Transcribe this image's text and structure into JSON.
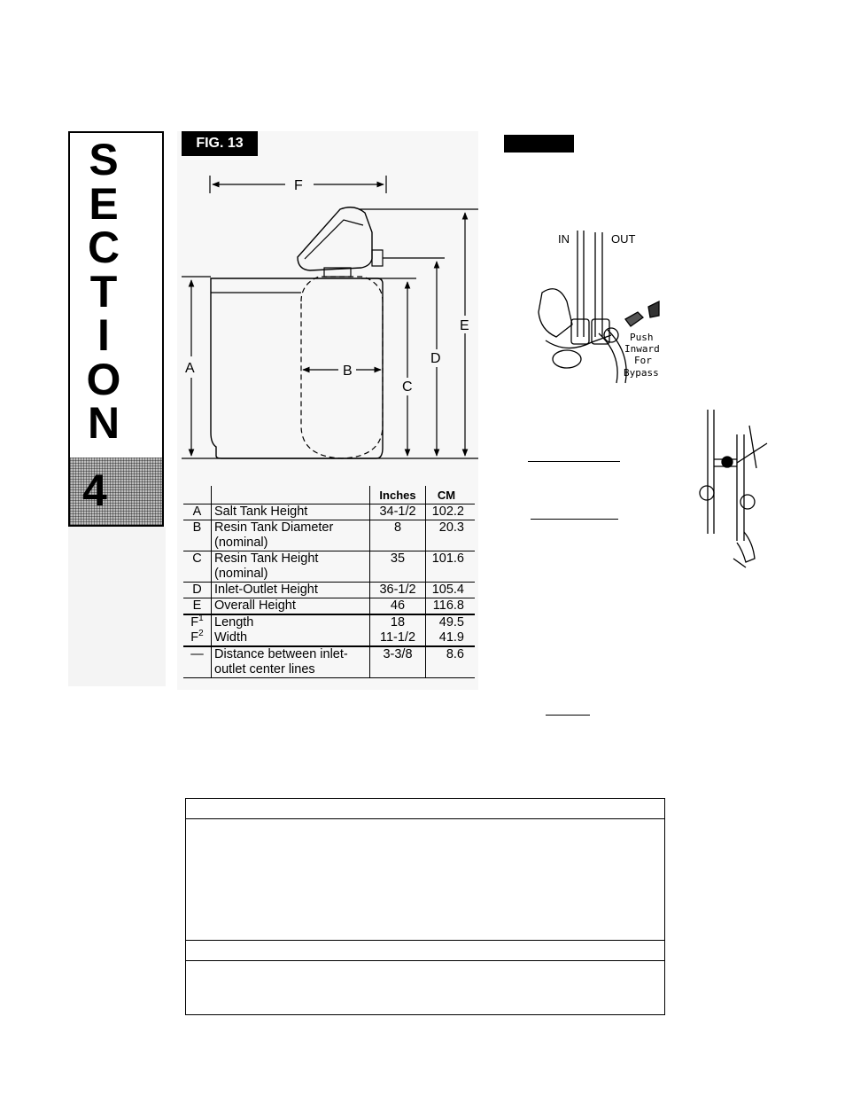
{
  "section": {
    "letters": [
      "S",
      "E",
      "C",
      "T",
      "I",
      "O",
      "N"
    ],
    "number": "4"
  },
  "figure": {
    "label": "FIG. 13",
    "dims": {
      "f": "F",
      "e": "E",
      "d": "D",
      "c": "C",
      "a": "A",
      "b": "B"
    }
  },
  "bypass_figure": {
    "in_label": "IN",
    "out_label": "OUT",
    "push_line1": "Push",
    "push_line2": "Inward",
    "push_line3": "For",
    "push_line4": "Bypass"
  },
  "spec_table": {
    "headers": {
      "inches": "Inches",
      "cm": "CM"
    },
    "rows": [
      {
        "key": "A",
        "sup": "",
        "desc": "Salt Tank Height",
        "inches": "34-1/2",
        "cm": "102.2"
      },
      {
        "key": "B",
        "sup": "",
        "desc": "Resin Tank Diameter (nominal)",
        "inches": "8",
        "cm": "20.3"
      },
      {
        "key": "C",
        "sup": "",
        "desc": "Resin Tank Height (nominal)",
        "inches": "35",
        "cm": "101.6"
      },
      {
        "key": "D",
        "sup": "",
        "desc": "Inlet-Outlet Height",
        "inches": "36-1/2",
        "cm": "105.4"
      },
      {
        "key": "E",
        "sup": "",
        "desc": "Overall Height",
        "inches": "46",
        "cm": "116.8"
      },
      {
        "key": "F",
        "sup": "1",
        "desc": "Length",
        "inches": "18",
        "cm": "49.5"
      },
      {
        "key": "F",
        "sup": "2",
        "desc": "Width",
        "inches": "11-1/2",
        "cm": "41.9"
      },
      {
        "key": "—",
        "sup": "",
        "desc": "Distance between inlet-outlet center lines",
        "inches": "3-3/8",
        "cm": "8.6"
      }
    ]
  }
}
